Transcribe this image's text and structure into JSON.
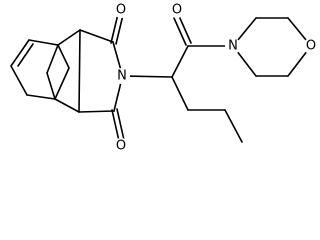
{
  "molecule": {
    "atoms": {
      "o_top": "O",
      "o_bottom": "O",
      "n_imide": "N",
      "o_amide": "O",
      "n_morpholine": "N",
      "o_morpholine": "O"
    }
  },
  "colors": {
    "bond": "#000000",
    "label": "#000000",
    "background": "#ffffff"
  }
}
